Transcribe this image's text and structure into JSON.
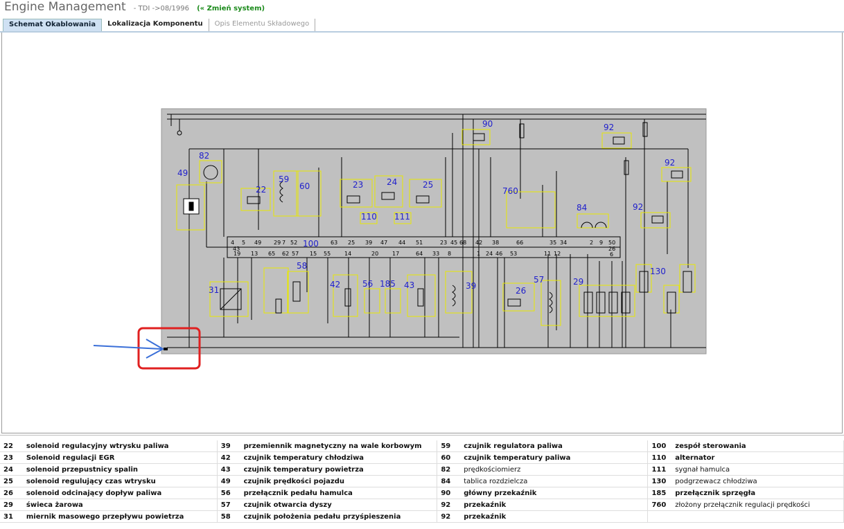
{
  "header": {
    "title": "Engine Management",
    "subtitle": "- TDI ->08/1996",
    "change_system": "(« Zmień system)"
  },
  "tabs": [
    {
      "label": "Schemat Okablowania",
      "state": "active"
    },
    {
      "label": "Lokalizacja Komponentu",
      "state": "normal"
    },
    {
      "label": "Opis Elementu Składowego",
      "state": "disabled"
    }
  ],
  "diagram": {
    "component_numbers": [
      "90",
      "92",
      "82",
      "49",
      "22",
      "59",
      "60",
      "23",
      "24",
      "25",
      "760",
      "84",
      "92",
      "92",
      "110",
      "111",
      "100",
      "31",
      "58",
      "42",
      "56",
      "185",
      "43",
      "39",
      "26",
      "57",
      "29",
      "130"
    ],
    "connector_pins_top": [
      "4",
      "5",
      "49",
      "43",
      "29",
      "7",
      "52",
      "63",
      "25",
      "39",
      "47",
      "44",
      "51",
      "23",
      "45",
      "68",
      "42",
      "38",
      "66",
      "35",
      "34",
      "2",
      "9",
      "50",
      "26",
      "6"
    ],
    "connector_pins_bottom": [
      "19",
      "13",
      "65",
      "62",
      "57",
      "15",
      "55",
      "14",
      "20",
      "17",
      "64",
      "33",
      "8",
      "1",
      "24",
      "46",
      "53",
      "11",
      "12"
    ],
    "annotation_colors": {
      "highlight_box": "#e02020",
      "arrow": "#3a6fd8",
      "label": "#2020cc",
      "outline": "#e8e800"
    }
  },
  "legend": {
    "rows": [
      [
        {
          "n": "22",
          "t": "solenoid regulacyjny wtrysku paliwa"
        },
        {
          "n": "39",
          "t": "przemiennik magnetyczny na wale korbowym"
        },
        {
          "n": "59",
          "t": "czujnik regulatora paliwa"
        },
        {
          "n": "100",
          "t": "zespół sterowania"
        }
      ],
      [
        {
          "n": "23",
          "t": "Solenoid regulacji EGR"
        },
        {
          "n": "42",
          "t": "czujnik temperatury chłodziwa"
        },
        {
          "n": "60",
          "t": "czujnik temperatury paliwa"
        },
        {
          "n": "110",
          "t": "alternator"
        }
      ],
      [
        {
          "n": "24",
          "t": "solenoid przepustnicy spalin"
        },
        {
          "n": "43",
          "t": "czujnik temperatury powietrza"
        },
        {
          "n": "82",
          "t": "prędkościomierz",
          "plain": true
        },
        {
          "n": "111",
          "t": "sygnał hamulca",
          "plain": true
        }
      ],
      [
        {
          "n": "25",
          "t": "solenoid regulujący czas wtrysku"
        },
        {
          "n": "49",
          "t": "czujnik prędkości pojazdu"
        },
        {
          "n": "84",
          "t": "tablica rozdzielcza",
          "plain": true
        },
        {
          "n": "130",
          "t": "podgrzewacz chłodziwa",
          "plain": true
        }
      ],
      [
        {
          "n": "26",
          "t": "solenoid odcinający dopływ paliwa"
        },
        {
          "n": "56",
          "t": "przełącznik pedału hamulca"
        },
        {
          "n": "90",
          "t": "główny przekaźnik"
        },
        {
          "n": "185",
          "t": "przełącznik sprzęgła"
        }
      ],
      [
        {
          "n": "29",
          "t": "świeca żarowa"
        },
        {
          "n": "57",
          "t": "czujnik otwarcia dyszy"
        },
        {
          "n": "92",
          "t": "przekaźnik"
        },
        {
          "n": "760",
          "t": "złożony przełącznik regulacji prędkości",
          "plain": true
        }
      ],
      [
        {
          "n": "31",
          "t": "miernik masowego przepływu powietrza"
        },
        {
          "n": "58",
          "t": "czujnik położenia pedału przyśpieszenia"
        },
        {
          "n": "92",
          "t": "przekaźnik"
        },
        {
          "n": "",
          "t": ""
        }
      ]
    ]
  }
}
